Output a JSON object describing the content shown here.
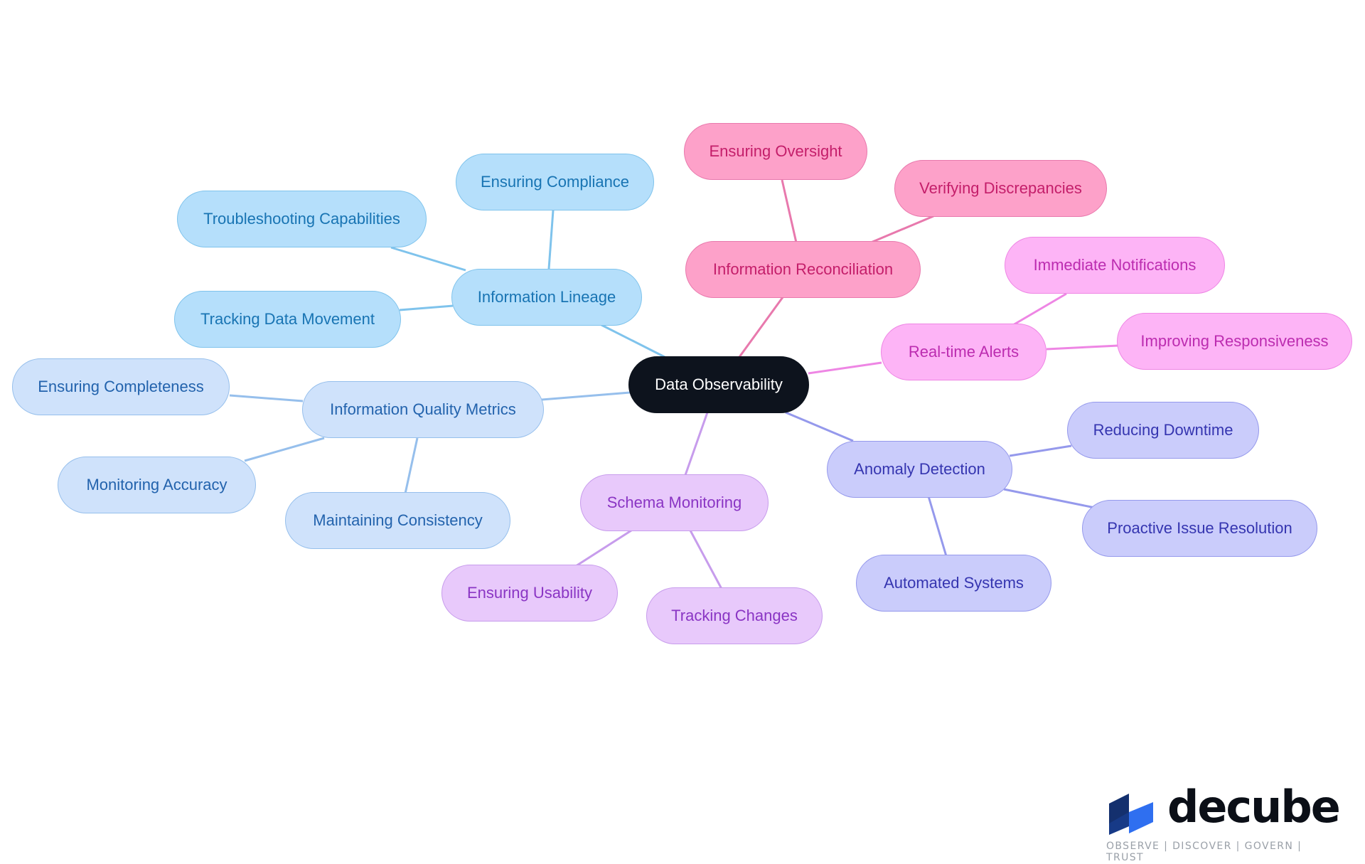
{
  "mindmap": {
    "center": "Data Observability",
    "branches": {
      "lineage": {
        "label": "Information Lineage",
        "children": [
          "Ensuring Compliance",
          "Troubleshooting Capabilities",
          "Tracking Data Movement"
        ]
      },
      "quality": {
        "label": "Information Quality Metrics",
        "children": [
          "Ensuring Completeness",
          "Monitoring Accuracy",
          "Maintaining Consistency"
        ]
      },
      "reconciliation": {
        "label": "Information Reconciliation",
        "children": [
          "Ensuring Oversight",
          "Verifying Discrepancies"
        ]
      },
      "alerts": {
        "label": "Real-time Alerts",
        "children": [
          "Immediate Notifications",
          "Improving Responsiveness"
        ]
      },
      "anomaly": {
        "label": "Anomaly Detection",
        "children": [
          "Reducing Downtime",
          "Proactive Issue Resolution",
          "Automated Systems"
        ]
      },
      "schema": {
        "label": "Schema Monitoring",
        "children": [
          "Ensuring Usability",
          "Tracking Changes"
        ]
      }
    },
    "colors": {
      "lineage": "#7fc3ec",
      "quality": "#96bfec",
      "reconciliation": "#e879ad",
      "alerts": "#ee86e4",
      "anomaly": "#9599ec",
      "schema": "#c79cec",
      "center": "#0d131d"
    }
  },
  "logo": {
    "wordmark": "decube",
    "tagline": "OBSERVE | DISCOVER | GOVERN | TRUST",
    "colors": {
      "dark": "#14306e",
      "light": "#2f6ff0"
    }
  }
}
